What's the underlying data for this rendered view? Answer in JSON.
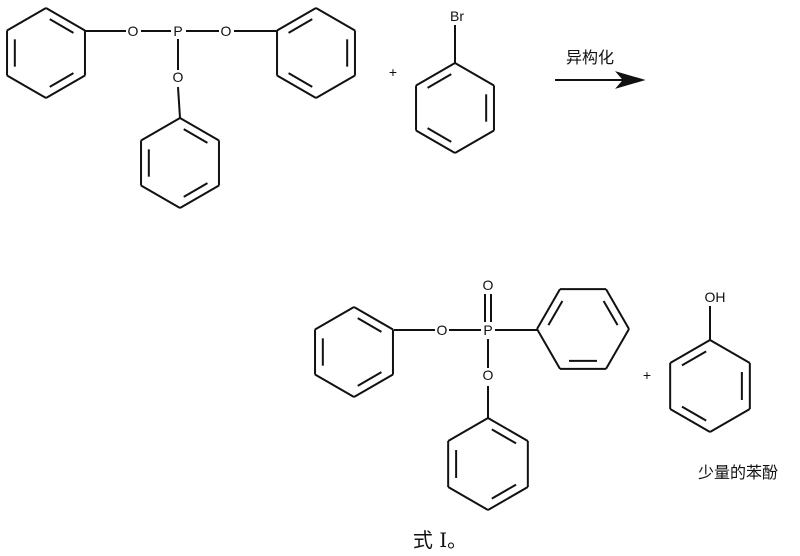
{
  "reactants": {
    "triphenyl_phosphite": {
      "P": "P",
      "O1": "O",
      "O2": "O",
      "O3": "O"
    },
    "bromobenzene": {
      "Br": "Br"
    },
    "plus": "+"
  },
  "arrow": {
    "label": "异构化"
  },
  "products": {
    "phosphonate": {
      "P": "P",
      "O_double": "O",
      "O1": "O",
      "O2": "O"
    },
    "plus": "+",
    "phenol": {
      "OH": "OH",
      "label": "少量的苯酚"
    }
  },
  "caption": "式 I。"
}
